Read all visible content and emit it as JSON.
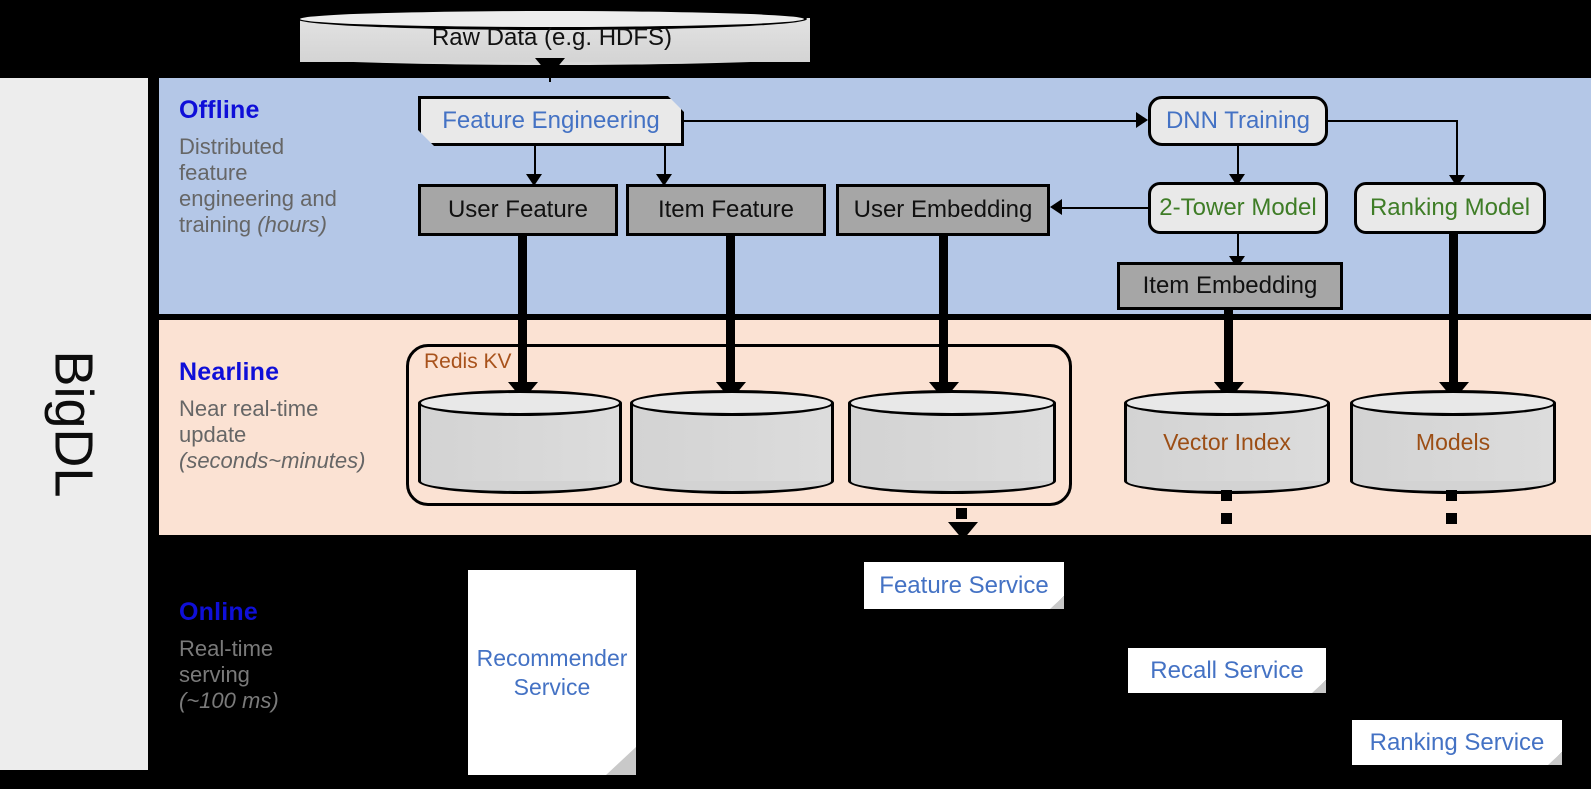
{
  "framework": {
    "name": "BigDL"
  },
  "top_source": {
    "label": "Raw Data (e.g. HDFS)",
    "shape": "cylinder"
  },
  "stages": [
    {
      "id": "offline",
      "title": "Offline",
      "description_line1": "Distributed",
      "description_line2": "feature",
      "description_line3": "engineering and",
      "description_line4": "training ",
      "description_italic": "(hours)",
      "background_color": "#b4c7e7"
    },
    {
      "id": "nearline",
      "title": "Nearline",
      "description_line1": "Near real-time",
      "description_line2": "update",
      "description_italic": "(seconds~minutes)",
      "background_color": "#fbe2d3"
    },
    {
      "id": "online",
      "title": "Online",
      "description_line1": "Real-time",
      "description_line2": "serving",
      "description_italic": "(~100 ms)",
      "background_color": "#000000"
    }
  ],
  "offline_nodes": {
    "feature_engineering": {
      "label": "Feature Engineering",
      "color": "#4472c4"
    },
    "dnn_training": {
      "label": "DNN Training",
      "color": "#4472c4"
    },
    "two_tower_model": {
      "label": "2-Tower Model",
      "color": "#3f7d27"
    },
    "ranking_model": {
      "label": "Ranking Model",
      "color": "#3f7d27"
    },
    "user_feature": {
      "label": "User Feature"
    },
    "item_feature": {
      "label": "Item Feature"
    },
    "user_embedding": {
      "label": "User Embedding"
    },
    "item_embedding": {
      "label": "Item Embedding"
    }
  },
  "nearline_nodes": {
    "redis_group_label": "Redis KV",
    "redis_cylinders": [
      "",
      "",
      ""
    ],
    "vector_index": {
      "label": "Vector Index",
      "color": "#9c4e15"
    },
    "models": {
      "label": "Models",
      "color": "#9c4e15"
    }
  },
  "online_nodes": {
    "recommender_service_line1": "Recommender",
    "recommender_service_line2": "Service",
    "feature_service": {
      "label": "Feature Service"
    },
    "recall_service": {
      "label": "Recall Service"
    },
    "ranking_service": {
      "label": "Ranking Service"
    }
  },
  "colors": {
    "offline_bg": "#b4c7e7",
    "nearline_bg": "#fbe2d3",
    "online_bg": "#000000",
    "stage_title": "#0f0fd8",
    "blue_text": "#4472c4",
    "green_text": "#3f7d27",
    "brown_text": "#9c4e15",
    "gray_box": "#a6a6a6",
    "panel_bg": "#ededed"
  }
}
